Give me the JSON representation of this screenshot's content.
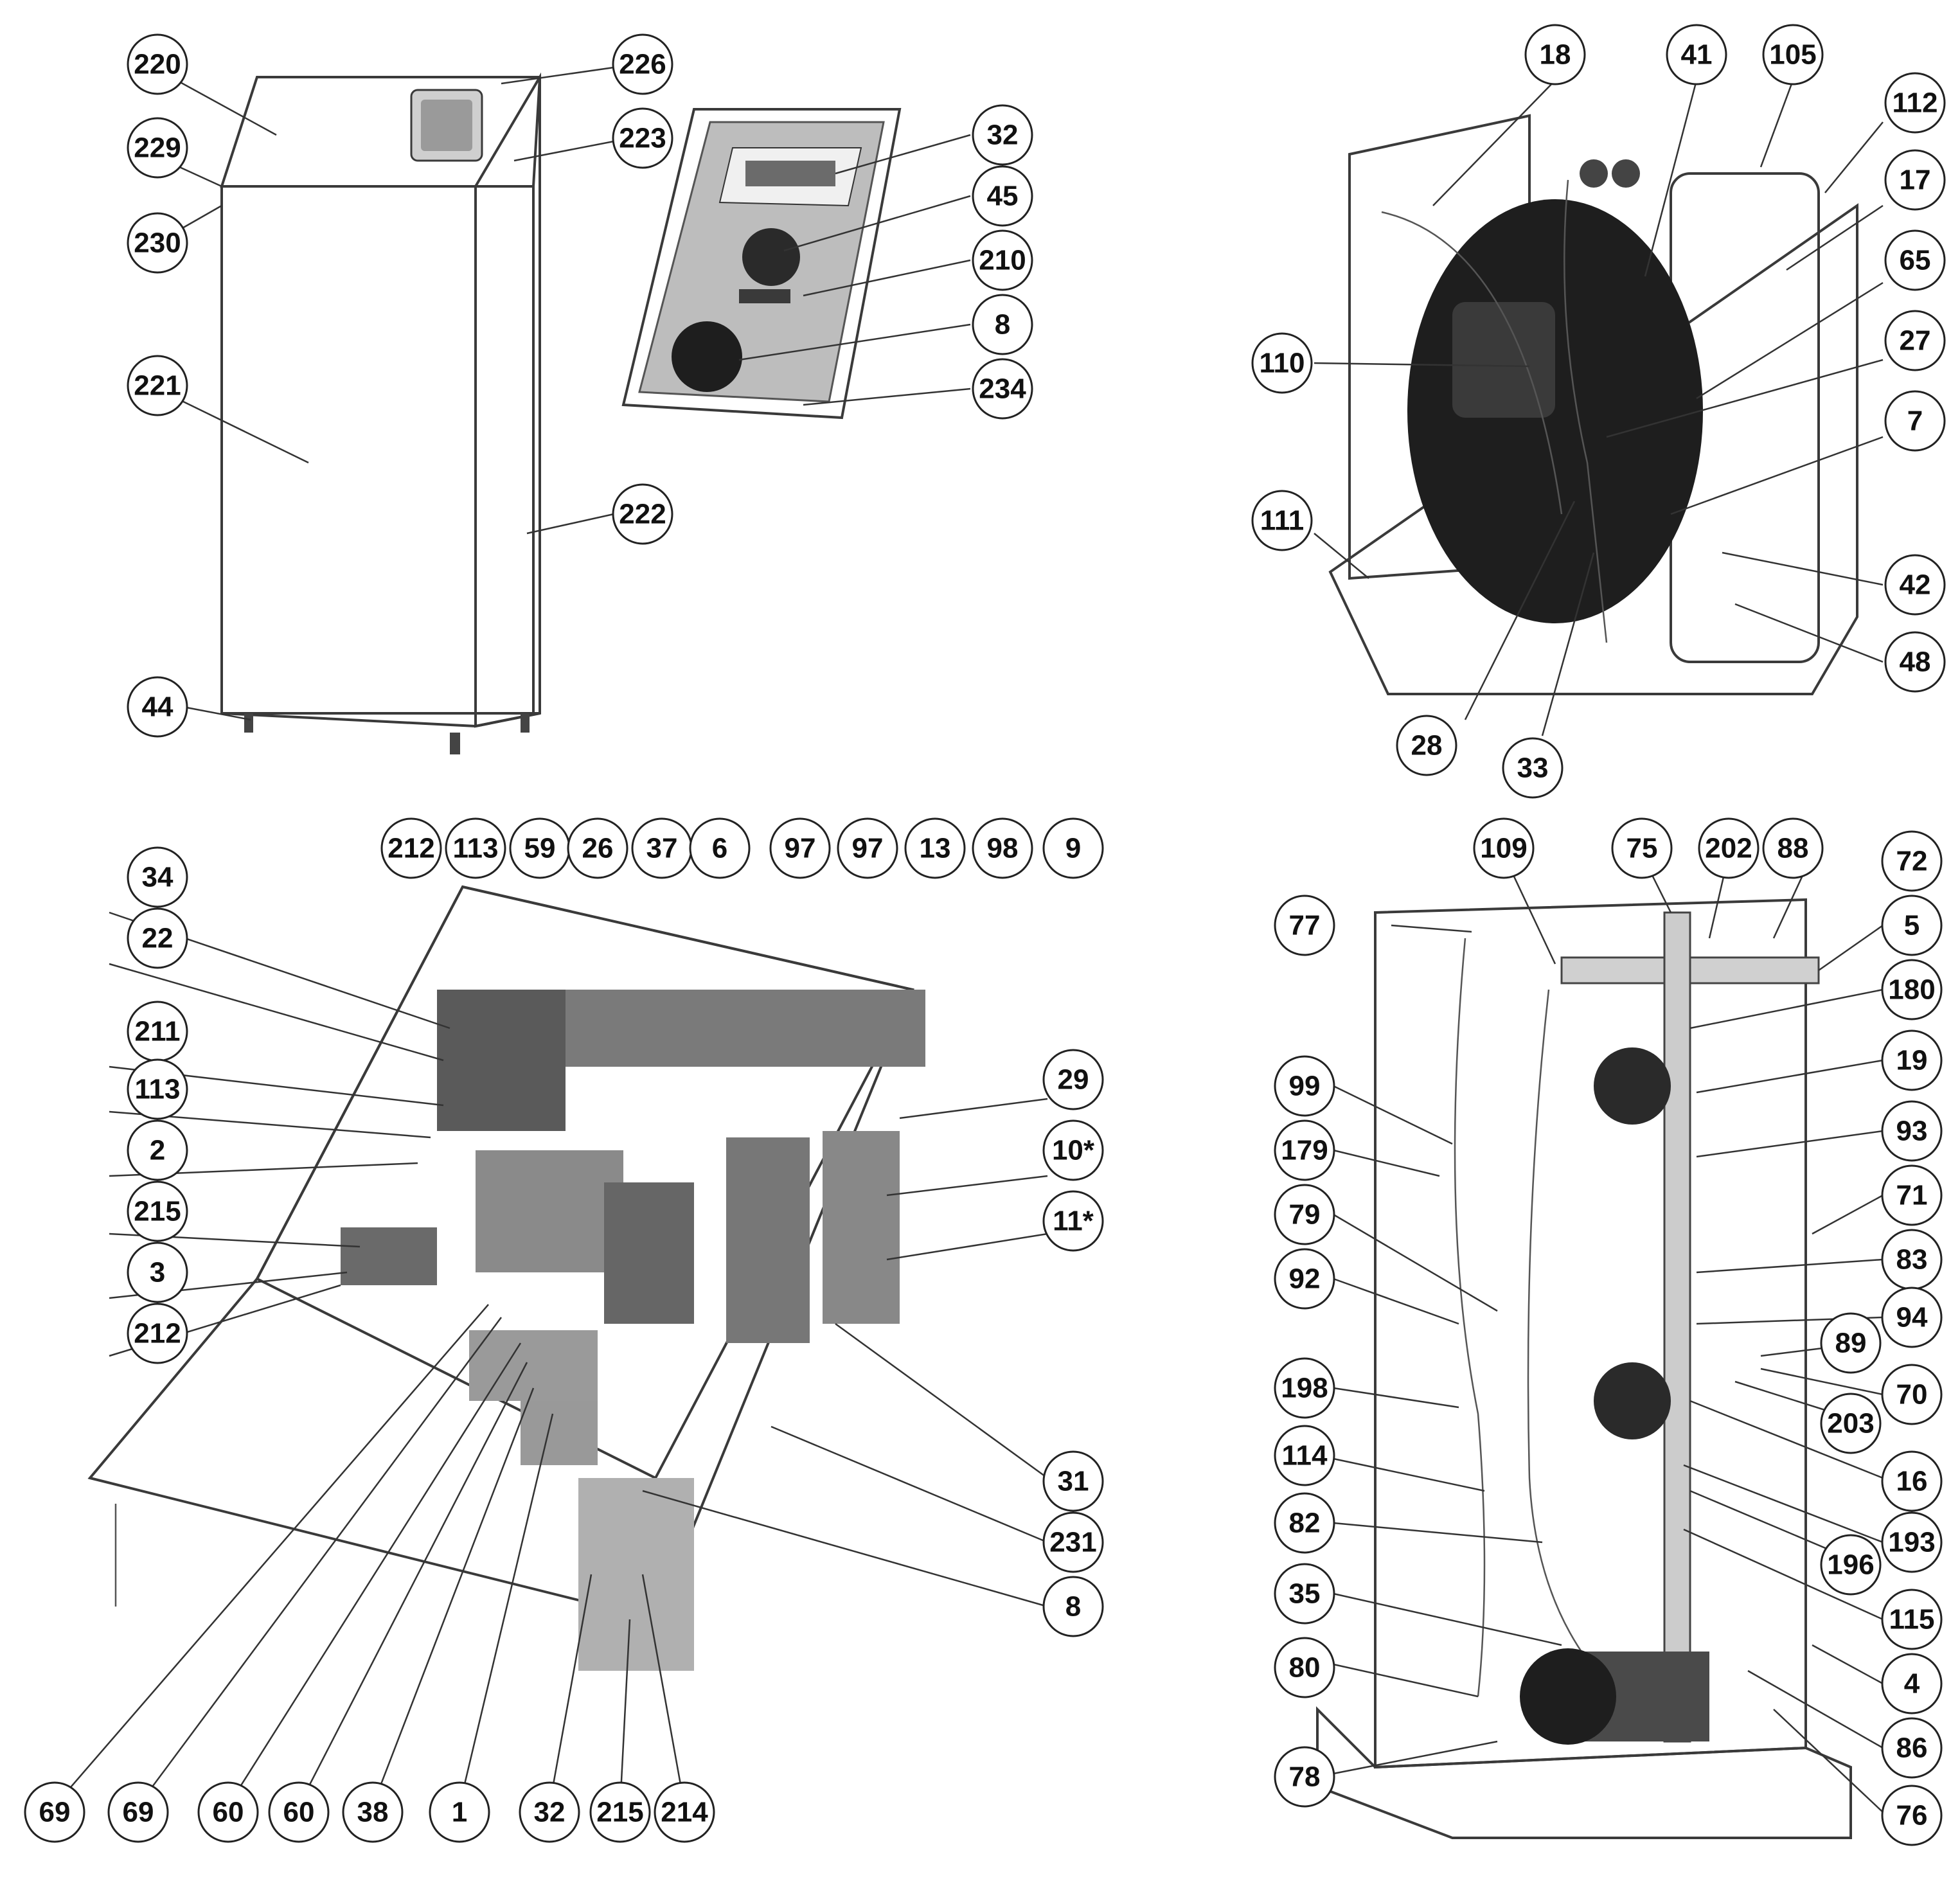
{
  "colors": {
    "line": "#3a3a3a",
    "panel": "#f4f4f4",
    "dark": "#1e1e1e",
    "mid": "#8a8a8a",
    "pale": "#d9d9d9"
  },
  "labels": {
    "l220": "220",
    "l226": "226",
    "l229": "229",
    "l223": "223",
    "l230": "230",
    "l221": "221",
    "l222": "222",
    "l44": "44",
    "l32a": "32",
    "l45": "45",
    "l210": "210",
    "l8a": "8",
    "l234": "234",
    "l18": "18",
    "l41": "41",
    "l105": "105",
    "l112": "112",
    "l17": "17",
    "l65": "65",
    "l27": "27",
    "l7": "7",
    "l110": "110",
    "l111": "111",
    "l42": "42",
    "l48": "48",
    "l28": "28",
    "l33": "33",
    "l212a": "212",
    "l113a": "113",
    "l59": "59",
    "l26": "26",
    "l37": "37",
    "l6": "6",
    "l97a": "97",
    "l97b": "97",
    "l13": "13",
    "l98": "98",
    "l9": "9",
    "l34": "34",
    "l22": "22",
    "l211": "211",
    "l113b": "113",
    "l2": "2",
    "l215a": "215",
    "l3": "3",
    "l212b": "212",
    "l29": "29",
    "l10": "10*",
    "l11": "11*",
    "l31": "31",
    "l231": "231",
    "l8b": "8",
    "l69a": "69",
    "l69b": "69",
    "l60a": "60",
    "l60b": "60",
    "l38": "38",
    "l1": "1",
    "l32b": "32",
    "l215b": "215",
    "l214": "214",
    "l109": "109",
    "l75": "75",
    "l202": "202",
    "l88": "88",
    "l72": "72",
    "l77": "77",
    "l5": "5",
    "l180": "180",
    "l99": "99",
    "l19": "19",
    "l179": "179",
    "l93": "93",
    "l79": "79",
    "l71": "71",
    "l83": "83",
    "l92": "92",
    "l94": "94",
    "l89": "89",
    "l198": "198",
    "l70": "70",
    "l203": "203",
    "l114": "114",
    "l16": "16",
    "l193": "193",
    "l82": "82",
    "l196": "196",
    "l35": "35",
    "l115": "115",
    "l80": "80",
    "l4": "4",
    "l86": "86",
    "l78": "78",
    "l76": "76"
  }
}
